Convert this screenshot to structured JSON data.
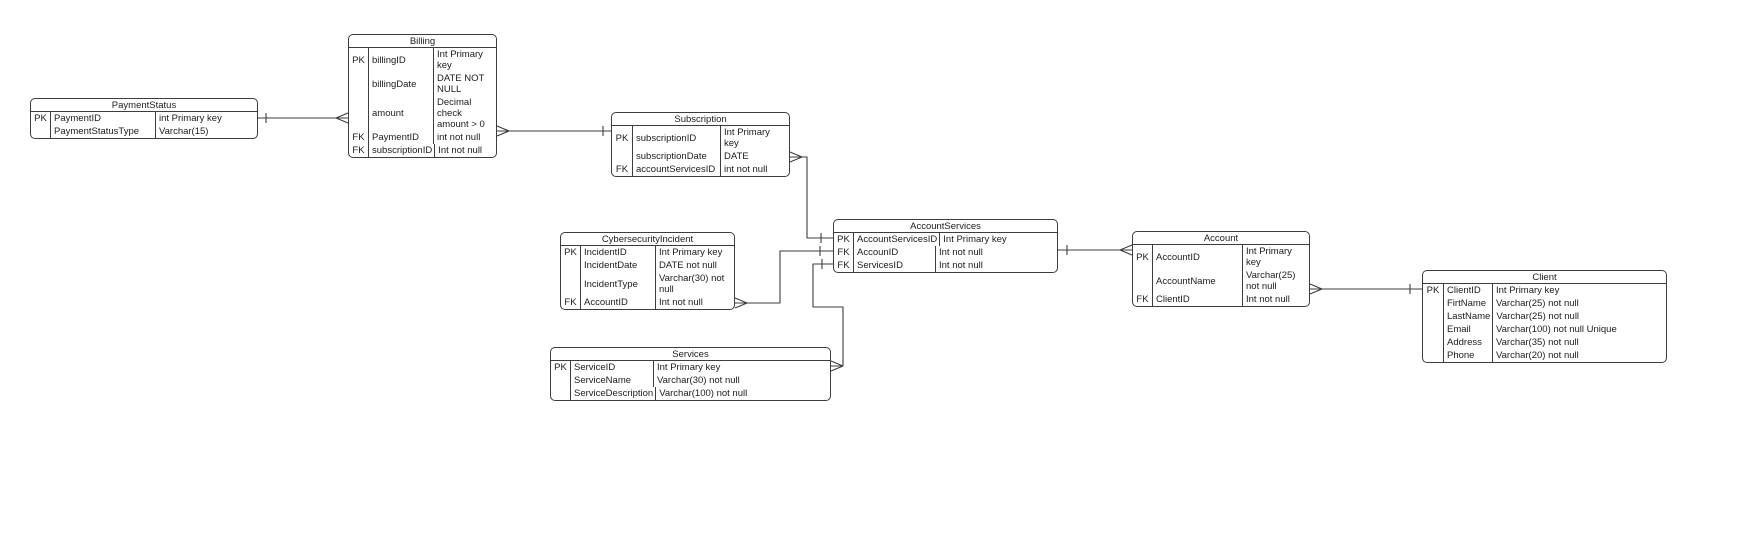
{
  "diagram": {
    "type": "entity-relationship-diagram",
    "background_color": "#ffffff",
    "stroke_color": "#3d3d3d",
    "text_color": "#1c1c1c"
  },
  "entities": [
    {
      "title": "PaymentStatus",
      "rows": [
        {
          "key": "PK",
          "name": "PaymentID",
          "type": "int Primary key"
        },
        {
          "key": "",
          "name": "PaymentStatusType",
          "type": "Varchar(15)"
        }
      ]
    },
    {
      "title": "Billing",
      "rows": [
        {
          "key": "PK",
          "name": "billingID",
          "type": "Int Primary key"
        },
        {
          "key": "",
          "name": "billingDate",
          "type": "DATE NOT NULL"
        },
        {
          "key": "",
          "name": "amount",
          "type": "Decimal check amount > 0"
        },
        {
          "key": "FK",
          "name": "PaymentID",
          "type": "int not null"
        },
        {
          "key": "FK",
          "name": "subscriptionID",
          "type": "Int not null"
        }
      ]
    },
    {
      "title": "Subscription",
      "rows": [
        {
          "key": "PK",
          "name": "subscriptionID",
          "type": "Int Primary key"
        },
        {
          "key": "",
          "name": "subscriptionDate",
          "type": "DATE"
        },
        {
          "key": "FK",
          "name": "accountServicesID",
          "type": "int not null"
        }
      ]
    },
    {
      "title": "CybersecurityIncident",
      "rows": [
        {
          "key": "PK",
          "name": "IncidentID",
          "type": "Int Primary key"
        },
        {
          "key": "",
          "name": "IncidentDate",
          "type": "DATE not null"
        },
        {
          "key": "",
          "name": "IncidentType",
          "type": "Varchar(30) not null"
        },
        {
          "key": "FK",
          "name": "AccountID",
          "type": "Int not null"
        }
      ]
    },
    {
      "title": "AccountServices",
      "rows": [
        {
          "key": "PK",
          "name": "AccountServicesID",
          "type": "Int Primary key"
        },
        {
          "key": "FK",
          "name": "AccounID",
          "type": "Int not null"
        },
        {
          "key": "FK",
          "name": "ServicesID",
          "type": "Int not null"
        }
      ]
    },
    {
      "title": "Account",
      "rows": [
        {
          "key": "PK",
          "name": "AccountID",
          "type": "Int Primary key"
        },
        {
          "key": "",
          "name": "AccountName",
          "type": "Varchar(25) not null"
        },
        {
          "key": "FK",
          "name": "ClientID",
          "type": "Int not null"
        }
      ]
    },
    {
      "title": "Client",
      "rows": [
        {
          "key": "PK",
          "name": "ClientID",
          "type": "Int Primary key"
        },
        {
          "key": "",
          "name": "FirtName",
          "type": "Varchar(25) not null"
        },
        {
          "key": "",
          "name": "LastName",
          "type": "Varchar(25) not null"
        },
        {
          "key": "",
          "name": "Email",
          "type": "Varchar(100) not null Unique"
        },
        {
          "key": "",
          "name": "Address",
          "type": "Varchar(35) not null"
        },
        {
          "key": "",
          "name": "Phone",
          "type": "Varchar(20) not null"
        }
      ]
    },
    {
      "title": "Services",
      "rows": [
        {
          "key": "PK",
          "name": "ServiceID",
          "type": "Int Primary key"
        },
        {
          "key": "",
          "name": "ServiceName",
          "type": "Varchar(30) not null"
        },
        {
          "key": "",
          "name": "ServiceDescription",
          "type": "Varchar(100) not null"
        }
      ]
    }
  ],
  "relationships": [
    {
      "one_end": "PaymentStatus.PaymentID",
      "many_end": "Billing.PaymentID"
    },
    {
      "one_end": "Subscription.subscriptionID",
      "many_end": "Billing.subscriptionID"
    },
    {
      "one_end": "AccountServices.AccountServicesID",
      "many_end": "Subscription.accountServicesID"
    },
    {
      "one_end": "AccountServices.AccounID",
      "many_end": "CybersecurityIncident.AccountID"
    },
    {
      "one_end": "AccountServices.ServicesID",
      "many_end": "Services.ServiceID"
    },
    {
      "one_end": "AccountServices.AccounID",
      "many_end": "Account.AccountID"
    },
    {
      "one_end": "Client.ClientID",
      "many_end": "Account.ClientID"
    }
  ]
}
